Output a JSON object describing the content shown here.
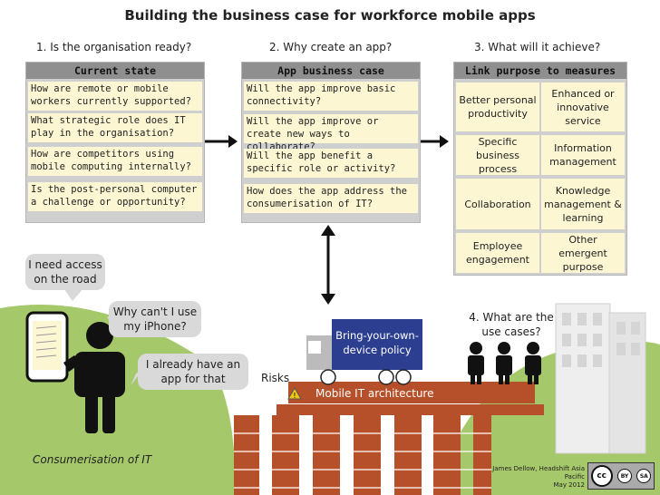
{
  "title": "Building the business case for workforce mobile apps",
  "sections": {
    "s1": "1. Is the organisation ready?",
    "s2": "2. Why create an app?",
    "s3": "3. What will it achieve?"
  },
  "current_state": {
    "header": "Current state",
    "items": [
      "How are remote or mobile workers currently supported?",
      "What strategic role does IT play in the organisation?",
      "How are competitors using mobile computing internally?",
      "Is the post-personal computer a challenge or opportunity?"
    ]
  },
  "business_case": {
    "header": "App business case",
    "items": [
      "Will the app improve basic connectivity?",
      "Will the app improve or create new ways to collaborate?",
      "Will the app benefit a specific role or activity?",
      "How does the app address the consumerisation of IT?"
    ]
  },
  "measures": {
    "header": "Link purpose to measures",
    "items": [
      "Better personal productivity",
      "Enhanced or innovative service",
      "Specific business process",
      "Information management",
      "Collaboration",
      "Knowledge management & learning",
      "Employee engagement",
      "Other emergent purpose"
    ]
  },
  "speech": {
    "access": "I need access on the road",
    "iphone": "Why can't I use my iPhone?",
    "app": "I already have an app for that"
  },
  "byod": "Bring-your-own-device policy",
  "risks": "Risks",
  "architecture": "Mobile IT architecture",
  "use_cases": "4. What are the use cases?",
  "consumerisation": "Consumerisation of IT",
  "credit_line1": "James Dellow, Headshift Asia Pacific",
  "credit_line2": "May 2012",
  "license_badges": [
    "cc",
    "BY",
    "SA"
  ]
}
